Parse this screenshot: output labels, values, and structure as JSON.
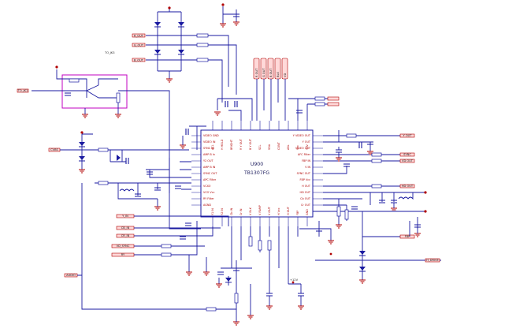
{
  "chip": {
    "name": "U900",
    "part": "TB1307FG"
  },
  "to_connector": "TO_JK3",
  "colors": {
    "wire": "#1a1aa0",
    "pin_text": "#b00000",
    "highlight_box": "#c000c0",
    "ground": "#b00000"
  },
  "chip_left_pins": [
    "VIDEO GND",
    "VIDEO IN",
    "SYNC IN",
    "AMP B In",
    "Y2 OUT",
    "AMP B IN",
    "SYNC OUT",
    "APC Filter",
    "VCXO",
    "VCO Vcc",
    "RY Filter",
    "AGND"
  ],
  "chip_right_pins": [
    "Y VIDEO OUT",
    "Y OUT",
    "VIDEO OUT",
    "AFC Filter",
    "FBP IN",
    "V IN",
    "SYNC OUT",
    "FBP Vcc",
    "H OUT",
    "HD OUT",
    "Cb OUT",
    "Cr OUT"
  ],
  "chip_top_pins": [
    "ACL",
    "H HOLD",
    "BRIGHT",
    "R Y OUT",
    "B Y OUT",
    "SCL",
    "SDA",
    "CONT",
    "ABL",
    "Vcc",
    "YUV"
  ],
  "chip_bottom_pins": [
    "Y1 IN",
    "Y2 IN",
    "Cb IN",
    "Cr IN",
    "V BLK",
    "V RAMP",
    "V OUT",
    "H Vcc",
    "H OUT",
    "FBP",
    "GND"
  ],
  "top_flags": [
    "R OUT",
    "G OUT",
    "B OUT",
    "BLK",
    "VD"
  ],
  "left_net_labels": [
    "R_OUT",
    "G_OUT",
    "B_OUT",
    "TO_JK1",
    "RY",
    "CVBS",
    "Y_IN",
    "CB_IN",
    "CR_IN",
    "VD_SYNC",
    "AUDIO"
  ],
  "right_net_labels": [
    "Y OUT",
    "SYNC",
    "VD OUT",
    "HD OUT",
    "FBP",
    "H_DRIVE",
    "V_DRIVE"
  ],
  "bottom_label": "+12V"
}
